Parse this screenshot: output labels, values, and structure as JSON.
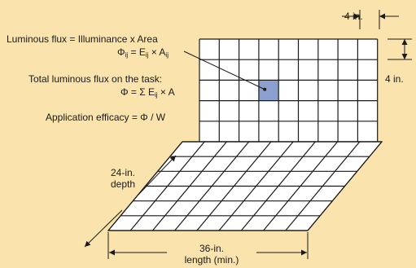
{
  "annotations": {
    "flux_line": "Luminous flux = Illuminance x Area",
    "phi_ij": {
      "lhs": "Φ",
      "lhs_sub": "ij",
      "mid": " = E",
      "mid_sub": "ij",
      "rhs": " × A",
      "rhs_sub": "ij"
    },
    "total_title": "Total luminous flux on the task:",
    "total_formula": "Φ = Σ E",
    "total_formula_sub": "ij",
    "total_formula_end": " × A",
    "efficacy": "Application efficacy = Φ / W"
  },
  "dimensions": {
    "cell_width": "4 in.",
    "cell_height": "4 in.",
    "depth_value": "24-in.",
    "depth_word": "depth",
    "length_value": "36-in.",
    "length_word": "length (min.)"
  },
  "grid": {
    "vertical_columns": 9,
    "vertical_rows": 5,
    "horizontal_columns": 9,
    "horizontal_rows": 6,
    "highlight_cell": {
      "column": 3,
      "row": 2
    }
  },
  "colors": {
    "background": "#fae3ac",
    "grid_fill": "#ffffff",
    "line": "#1a1a1a",
    "highlight": "#8ca0cf"
  }
}
